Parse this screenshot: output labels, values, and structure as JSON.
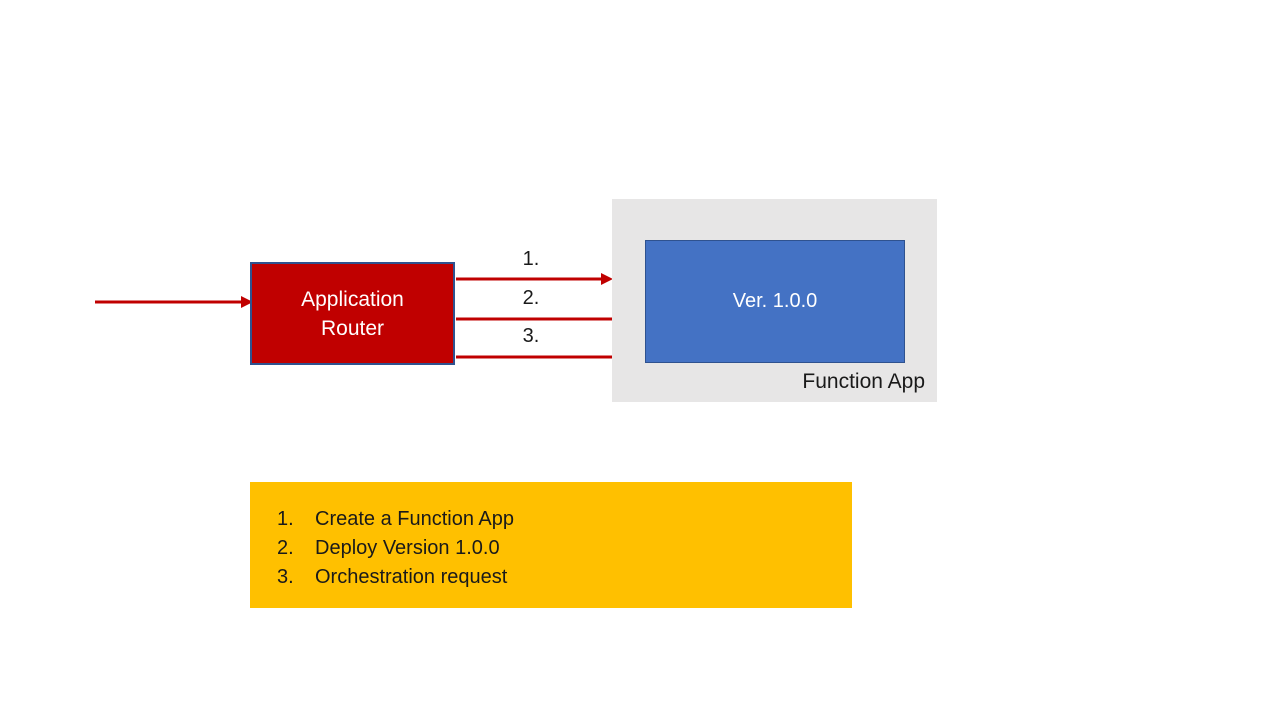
{
  "diagram": {
    "router": {
      "label": "Application Router"
    },
    "function_app": {
      "label": "Function App",
      "version": {
        "label": "Ver. 1.0.0"
      }
    },
    "arrows": {
      "steps": [
        {
          "number": "1."
        },
        {
          "number": "2."
        },
        {
          "number": "3."
        }
      ]
    },
    "legend": {
      "items": [
        {
          "number": "1.",
          "text": "Create a Function App"
        },
        {
          "number": "2.",
          "text": "Deploy Version 1.0.0"
        },
        {
          "number": "3.",
          "text": "Orchestration request"
        }
      ]
    },
    "colors": {
      "router_fill": "#C00000",
      "shape_border": "#2F528F",
      "version_fill": "#4472C4",
      "function_app_bg": "#E7E6E6",
      "legend_bg": "#FFC000",
      "arrow": "#C00000"
    }
  }
}
